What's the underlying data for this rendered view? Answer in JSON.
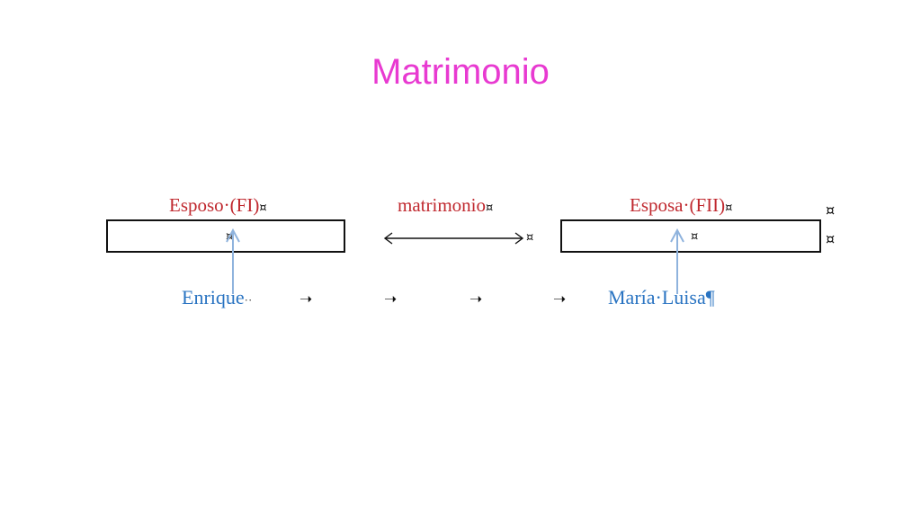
{
  "title": "Matrimonio",
  "diagram": {
    "husband_header": "Esposo·(FI)",
    "relation_header": "matrimonio",
    "wife_header": "Esposa·(FII)",
    "husband_name": "Enrique",
    "wife_name": "María·Luisa",
    "cell_mark": "¤",
    "end_of_cell_mark": "¤",
    "pilcrow": "¶",
    "tab_dots": "··",
    "tab_arrow": "➝"
  },
  "colors": {
    "title": "#e83ad1",
    "header": "#c0292f",
    "name": "#2a74c2",
    "arrow": "#8fb3dd"
  }
}
